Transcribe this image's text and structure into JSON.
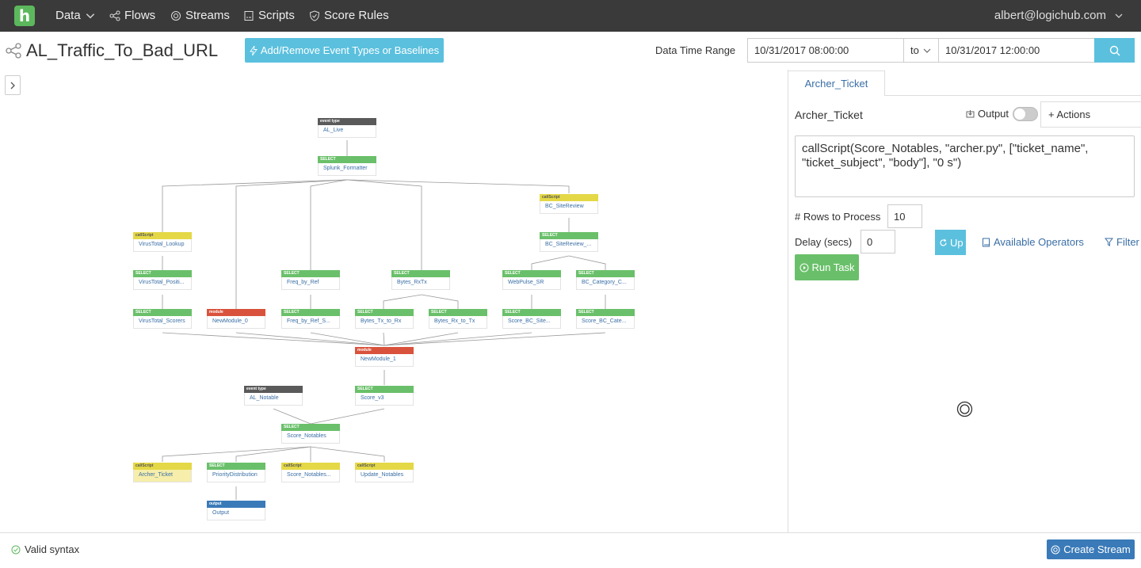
{
  "nav": {
    "logo": "h",
    "items": [
      {
        "label": "Data",
        "icon": "chevron-down-icon"
      },
      {
        "label": "Flows",
        "icon": "share-icon"
      },
      {
        "label": "Streams",
        "icon": "streams-icon"
      },
      {
        "label": "Scripts",
        "icon": "script-icon"
      },
      {
        "label": "Score Rules",
        "icon": "shield-icon"
      }
    ],
    "user": "albert@logichub.com"
  },
  "header": {
    "title": "AL_Traffic_To_Bad_URL",
    "add_button": "Add/Remove Event Types or Baselines",
    "date_range_label": "Data Time Range",
    "start": "10/31/2017 08:00:00",
    "to": "to",
    "end": "10/31/2017 12:00:00"
  },
  "canvas": {
    "nodes": [
      {
        "id": "al_live",
        "type": "event type",
        "label": "AL_Live",
        "color": "dark"
      },
      {
        "id": "splunk_formatter",
        "type": "SELECT",
        "label": "Splunk_Formatter",
        "color": "green"
      },
      {
        "id": "bc_sitereview",
        "type": "callScript",
        "label": "BC_SiteReview",
        "color": "yellow"
      },
      {
        "id": "bc_sitereview_2",
        "type": "SELECT",
        "label": "BC_SiteReview_...",
        "color": "green"
      },
      {
        "id": "vt_lookup",
        "type": "callScript",
        "label": "VirusTotal_Lookup",
        "color": "yellow"
      },
      {
        "id": "vt_positi",
        "type": "SELECT",
        "label": "VirusTotal_Positi...",
        "color": "green"
      },
      {
        "id": "freq_by_ref",
        "type": "SELECT",
        "label": "Freq_by_Ref",
        "color": "green"
      },
      {
        "id": "bytes_rxtx",
        "type": "SELECT",
        "label": "Bytes_RxTx",
        "color": "green"
      },
      {
        "id": "webpulse_sr",
        "type": "SELECT",
        "label": "WebPulse_SR",
        "color": "green"
      },
      {
        "id": "bc_category_c",
        "type": "SELECT",
        "label": "BC_Category_C...",
        "color": "green"
      },
      {
        "id": "vt_scorers",
        "type": "SELECT",
        "label": "VirusTotal_Scorers",
        "color": "green"
      },
      {
        "id": "newmodule_0",
        "type": "module",
        "label": "NewModule_0",
        "color": "red"
      },
      {
        "id": "freq_by_ref_s",
        "type": "SELECT",
        "label": "Freq_by_Ref_S...",
        "color": "green"
      },
      {
        "id": "bytes_tx_to_rx",
        "type": "SELECT",
        "label": "Bytes_Tx_to_Rx",
        "color": "green"
      },
      {
        "id": "bytes_rx_to_tx",
        "type": "SELECT",
        "label": "Bytes_Rx_to_Tx",
        "color": "green"
      },
      {
        "id": "score_bc_site",
        "type": "SELECT",
        "label": "Score_BC_Site...",
        "color": "green"
      },
      {
        "id": "score_bc_cate",
        "type": "SELECT",
        "label": "Score_BC_Cate...",
        "color": "green"
      },
      {
        "id": "newmodule_1",
        "type": "module",
        "label": "NewModule_1",
        "color": "red"
      },
      {
        "id": "al_notable",
        "type": "event type",
        "label": "AL_Notable",
        "color": "dark"
      },
      {
        "id": "score_v3",
        "type": "SELECT",
        "label": "Score_v3",
        "color": "green"
      },
      {
        "id": "score_notables",
        "type": "SELECT",
        "label": "Score_Notables",
        "color": "green"
      },
      {
        "id": "archer_ticket",
        "type": "callScript",
        "label": "Archer_Ticket",
        "color": "yellow"
      },
      {
        "id": "priority_dist",
        "type": "SELECT",
        "label": "PriorityDistribution",
        "color": "green"
      },
      {
        "id": "score_notables_2",
        "type": "callScript",
        "label": "Score_Notables...",
        "color": "yellow"
      },
      {
        "id": "update_notables",
        "type": "callScript",
        "label": "Update_Notables",
        "color": "yellow"
      },
      {
        "id": "output",
        "type": "output",
        "label": "Output",
        "color": "blue"
      }
    ]
  },
  "panel": {
    "tab": "Archer_Ticket",
    "title": "Archer_Ticket",
    "output_label": "Output",
    "actions": "+ Actions",
    "code": "callScript(Score_Notables, \"archer.py\", [\"ticket_name\", \"ticket_subject\", \"body\"], \"0 s\")",
    "rows_label": "# Rows to Process",
    "rows_value": "10",
    "delay_label": "Delay (secs)",
    "delay_value": "0",
    "update_label": "Up",
    "available_ops": "Available Operators",
    "filter": "Filter",
    "run_task": "Run Task"
  },
  "footer": {
    "status": "Valid syntax",
    "create_stream": "Create Stream"
  },
  "colors": {
    "nav_bg": "#3a3a3a",
    "accent": "#5bc0de",
    "green": "#6ac06a",
    "red": "#d9533c",
    "yellow": "#e4d847",
    "blue": "#3a7ab8"
  }
}
